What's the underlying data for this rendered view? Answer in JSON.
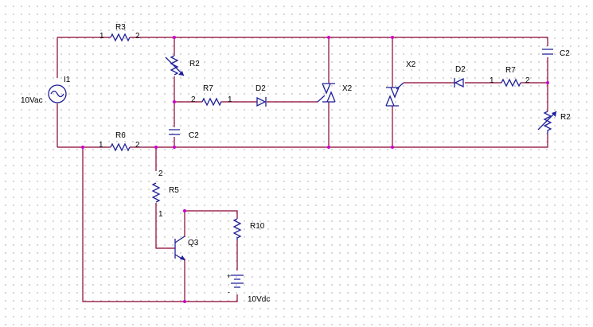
{
  "schematic": {
    "source": {
      "ref": "I1",
      "value": "10Vac"
    },
    "dc_source": {
      "value": "10Vdc"
    },
    "left": {
      "R3": {
        "ref": "R3",
        "pin1": "1",
        "pin2": "2"
      },
      "R2": {
        "ref": "R2"
      },
      "R7": {
        "ref": "R7",
        "pin1": "1",
        "pin2": "2"
      },
      "D2": {
        "ref": "D2"
      },
      "C2": {
        "ref": "C2"
      },
      "X2": {
        "ref": "X2"
      },
      "R6": {
        "ref": "R6",
        "pin1": "1",
        "pin2": "2"
      }
    },
    "right": {
      "X2": {
        "ref": "X2"
      },
      "D2": {
        "ref": "D2"
      },
      "R7": {
        "ref": "R7",
        "pin1": "1",
        "pin2": "2"
      },
      "C2": {
        "ref": "C2"
      },
      "R2": {
        "ref": "R2"
      }
    },
    "driver": {
      "R5": {
        "ref": "R5",
        "pin1": "1",
        "pin2": "2"
      },
      "Q3": {
        "ref": "Q3"
      },
      "R10": {
        "ref": "R10"
      }
    }
  },
  "colors": {
    "wire": "#8b0033",
    "component": "#1f1f9a",
    "junction": "#cc00cc",
    "grid": "#c8c8c8"
  }
}
